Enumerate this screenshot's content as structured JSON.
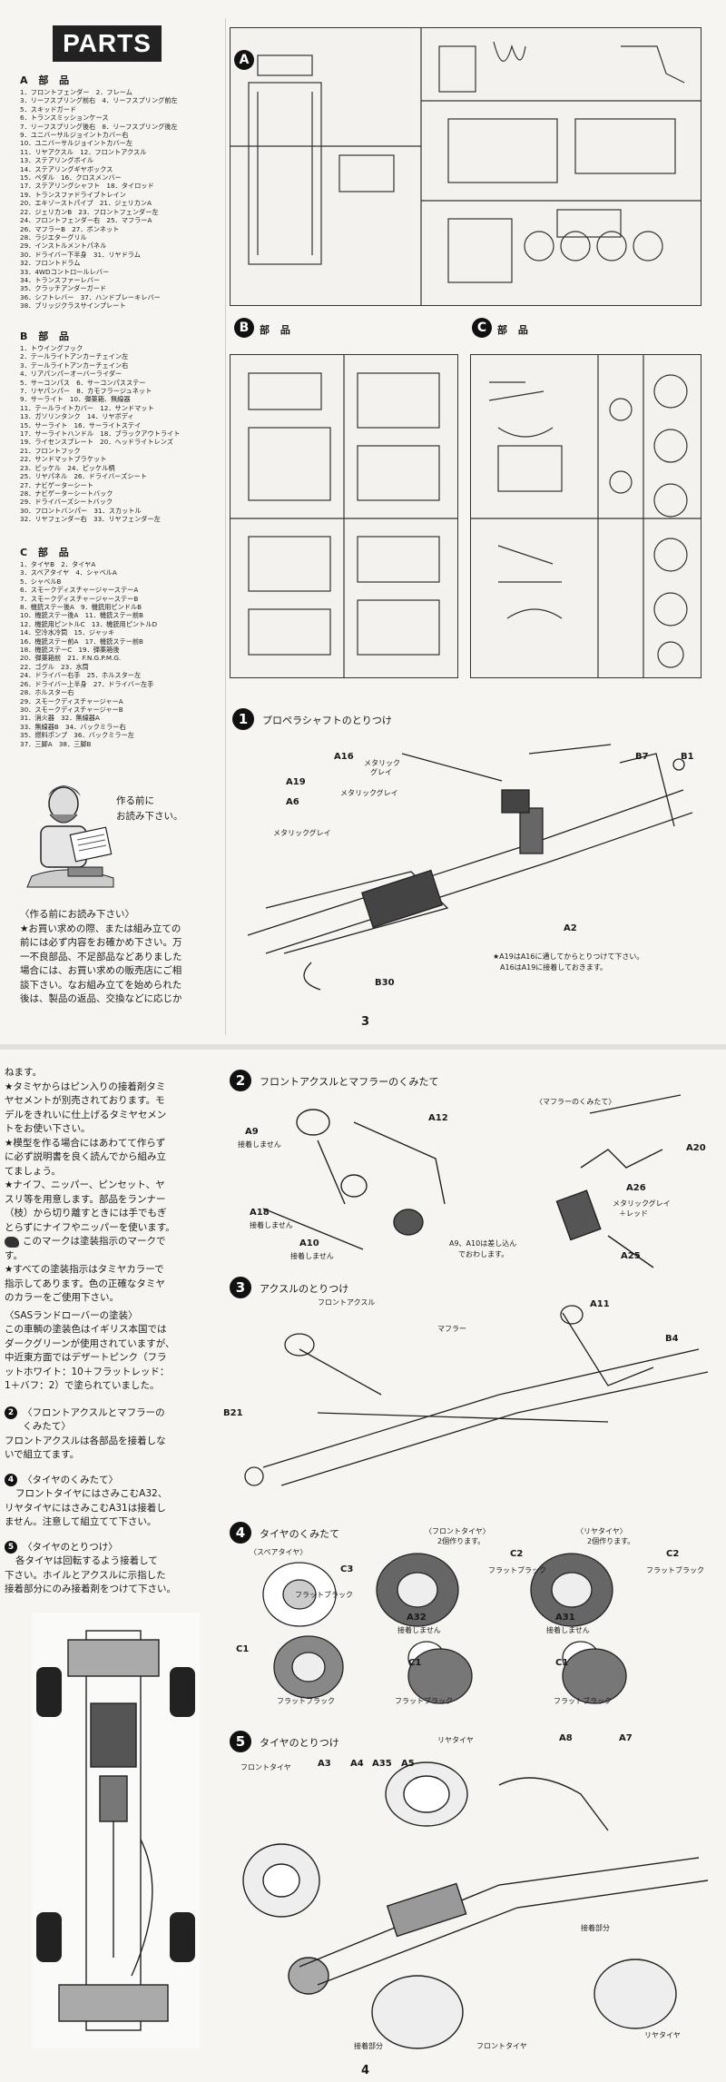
{
  "parts": {
    "badge": "PARTS",
    "a_title": "A 部 品",
    "a_items": [
      "1．フロントフェンダー　2．フレーム",
      "3．リーフスプリング前右　4．リーフスプリング前左",
      "5．スキッドガード",
      "6．トランスミッションケース",
      "7．リーフスプリング後右　8．リーフスプリング後左",
      "9．ユニバーサルジョイントカバー右",
      "10．ユニバーサルジョイントカバー左",
      "11．リヤアクスル　12．フロントアクスル",
      "13．ステアリングボイル",
      "14．ステアリングギヤボックス",
      "15．ペダル　16．クロスメンバー",
      "17．ステアリングシャフト　18．タイロッド",
      "19．トランスファドライブトレイン",
      "20．エキゾーストパイプ　21．ジェリカンA",
      "22．ジェリカンB　23．フロントフェンダー左",
      "24．フロントフェンダー右　25．マフラーA",
      "26．マフラーB　27．ボンネット",
      "28．ラジエターグリル",
      "29．インストルメントパネル",
      "30．ドライバー下半身　31．リヤドラム",
      "32．フロントドラム",
      "33．4WDコントロールレバー",
      "34．トランスファーレバー",
      "35．クラッチアンダーガード",
      "36．シフトレバー　37．ハンドブレーキレバー",
      "38．ブリッジクラスサインプレート"
    ],
    "b_title": "B 部 品",
    "b_items": [
      "1．トウイングフック",
      "2．テールライトアンカーチェイン左",
      "3．テールライトアンカーチェイン右",
      "4．リアパンパーオーバーライダー",
      "5．サーコンパス　6．サーコンパスステー",
      "7．リヤパンパー　8．カモフラージュネット",
      "9．サーライト　10．弾薬箱、無線器",
      "11．テールライトカバー　12．サンドマット",
      "13．ガソリンタンク　14．リヤボディ",
      "15．サーライト　16．サーライトステイ",
      "17．サーライトハンドル　18．ブラックアウトライト",
      "19．ライセンスプレート　20．ヘッドライトレンズ",
      "21．フロントフック",
      "22．サンドマットブラケット",
      "23．ピッケル　24．ピッケル柄",
      "25．リヤパネル　26．ドライバーズシート",
      "27．ナビゲーターシート",
      "28．ナビゲーターシートバック",
      "29．ドライバーズシートバック",
      "30．フロントバンパー　31．スカットル",
      "32．リヤフェンダー右　33．リヤフェンダー左"
    ],
    "c_title": "C 部 品",
    "c_items": [
      "1．タイヤB　2．タイヤA",
      "3．スペアタイヤ　4．シャベルA",
      "5．シャベルB",
      "6．スモークディスチャージャーステーA",
      "7．スモークディスチャージャーステーB",
      "8．機銃ステー後A　9．機銃用ピンドルB",
      "10．機銃ステー後A　11．機銃ステー前B",
      "12．機銃用ピントルC　13．機銃用ピントルD",
      "14．空冷水冷筒　15．ジャッキ",
      "16．機銃ステー前A　17．機銃ステー前B",
      "18．機銃ステーC　19．弾薬箱後",
      "20．弾薬箱前　21．F.N.G.P.M.G.",
      "22．ゴグル　23．水筒",
      "24．ドライバー右手　25．ホルスター左",
      "26．ドライバー上半身　27．ドライバー左手",
      "28．ホルスター右",
      "29．スモークディスチャージャーA",
      "30．スモークディスチャージャーB",
      "31．消火器　32．無線器A",
      "33．無線器B　34．バックミラー右",
      "35．燃料ポンプ　36．バックミラー左",
      "37．三脚A　38．三脚B"
    ]
  },
  "sprues": {
    "a_title": "部 品",
    "a_letter": "A",
    "b_title": "部 品",
    "b_letter": "B",
    "c_title": "部 品",
    "c_letter": "C"
  },
  "mascot": {
    "line1": "作る前に",
    "line2": "お読み下さい。"
  },
  "intro": {
    "heading": "〈作る前にお読み下さい〉",
    "lines": [
      "★お買い求めの際、または組み立ての",
      "前には必ず内容をお確かめ下さい。万",
      "一不良部品、不足部品などありました",
      "場合には、お買い求めの販売店にご相",
      "談下さい。なお組み立てを始められた",
      "後は、製品の返品、交換などに応じか"
    ]
  },
  "step1": {
    "num": "1",
    "title": "プロペラシャフトのとりつけ",
    "labels": {
      "a16": "A16",
      "metallic_gray_1": "メタリック",
      "metallic_gray_2": "グレイ",
      "a19": "A19",
      "a6": "A6",
      "metallic_gray_3": "メタリックグレイ",
      "metallic_gray_4": "メタリックグレイ",
      "b7": "B7",
      "b1": "B1",
      "a2": "A2",
      "b30": "B30"
    },
    "note1": "★A19はA16に通してからとりつけて下さい。",
    "note2": "A16はA19に接着しておきます。"
  },
  "page3_number": "3",
  "notes": {
    "lines": [
      "ねます。",
      "★タミヤからはピン入りの接着剤タミ",
      "ヤセメントが別売されております。モ",
      "デルをきれいに仕上げるタミヤセメン",
      "トをお使い下さい。",
      "★模型を作る場合にはあわてて作らず",
      "に必ず説明書を良く読んでから組み立",
      "てましょう。",
      "★ナイフ、ニッパー、ピンセット、ヤ",
      "スリ等を用意します。部品をランナー",
      "（枝）から切り離すときには手でもぎ",
      "とらずにナイフやニッパーを使います。"
    ],
    "paint_line1": "このマークは塗装指示のマークで",
    "paint_line2": "す。",
    "lines2": [
      "★すべての塗装指示はタミヤカラーで",
      "指示してあります。色の正確なタミヤ",
      "のカラーをご使用下さい。"
    ],
    "sas_heading": "〈SASランドローバーの塗装〉",
    "sas_lines": [
      "この車輌の塗装色はイギリス本国では",
      "ダークグリーンが使用されていますが、",
      "中近東方面ではデザートピンク（フラ",
      "ットホワイト：10＋フラットレッド：",
      "1＋バフ：2）で塗られていました。"
    ],
    "n2_num": "2",
    "n2_head": "〈フロントアクスルとマフラーの",
    "n2_head2": "くみたて〉",
    "n2_lines": [
      "フロントアクスルは各部品を接着しな",
      "いで組立てます。"
    ],
    "n4_num": "4",
    "n4_head": "〈タイヤのくみたて〉",
    "n4_lines": [
      "フロントタイヤにはさみこむA32、",
      "リヤタイヤにはさみこむA31は接着し",
      "ません。注意して組立てて下さい。"
    ],
    "n5_num": "5",
    "n5_head": "〈タイヤのとりつけ〉",
    "n5_lines": [
      "各タイヤは回転するよう接着して",
      "下さい。ホイルとアクスルに示指した",
      "接着部分にのみ接着剤をつけて下さい。"
    ]
  },
  "step2": {
    "num": "2",
    "title": "フロントアクスルとマフラーのくみたて",
    "muffler_title": "〈マフラーのくみたて〉",
    "labels": {
      "a9": "A9",
      "no_glue_1": "接着しません",
      "a12": "A12",
      "a20": "A20",
      "a26": "A26",
      "metallic_red_1": "メタリックグレイ",
      "metallic_red_2": "＋レッド",
      "a18": "A18",
      "no_glue_2": "接着しません",
      "a10": "A10",
      "no_glue_3": "接着しません",
      "a25": "A25",
      "a9a10_1": "A9、A10は差し込ん",
      "a9a10_2": "でおわします。"
    }
  },
  "step3": {
    "num": "3",
    "title": "アクスルのとりつけ",
    "labels": {
      "front_axle": "フロントアクスル",
      "a11": "A11",
      "muffler": "マフラー",
      "b4": "B4",
      "b21": "B21"
    }
  },
  "step4": {
    "num": "4",
    "title": "タイヤのくみたて",
    "front_title": "〈フロントタイヤ〉",
    "front_qty": "2個作ります。",
    "rear_title": "〈リヤタイヤ〉",
    "rear_qty": "2個作ります。",
    "spare_title": "〈スペアタイヤ〉",
    "labels": {
      "c3": "C3",
      "flat_black_1": "フラットブラック",
      "c1_a": "C1",
      "flat_black_2": "フラットブラック",
      "c2_a": "C2",
      "flat_black_3": "フラットブラック",
      "a32": "A32",
      "no_glue_a32": "接着しません",
      "c1_b": "C1",
      "flat_black_4": "フラットブラック",
      "c2_b": "C2",
      "flat_black_5": "フラットブラック",
      "a31": "A31",
      "no_glue_a31": "接着しません",
      "c1_c": "C1",
      "flat_black_6": "フラットブラック"
    }
  },
  "step5": {
    "num": "5",
    "title": "タイヤのとりつけ",
    "labels": {
      "rear_tire_1": "リヤタイヤ",
      "a8": "A8",
      "a7": "A7",
      "front_tire_1": "フロントタイヤ",
      "a3": "A3",
      "a4": "A4",
      "a35": "A35",
      "a5": "A5",
      "glue_part_1": "接着部分",
      "glue_part_2": "接着部分",
      "front_tire_2": "フロントタイヤ",
      "rear_tire_2": "リヤタイヤ"
    }
  },
  "page4_number": "4"
}
